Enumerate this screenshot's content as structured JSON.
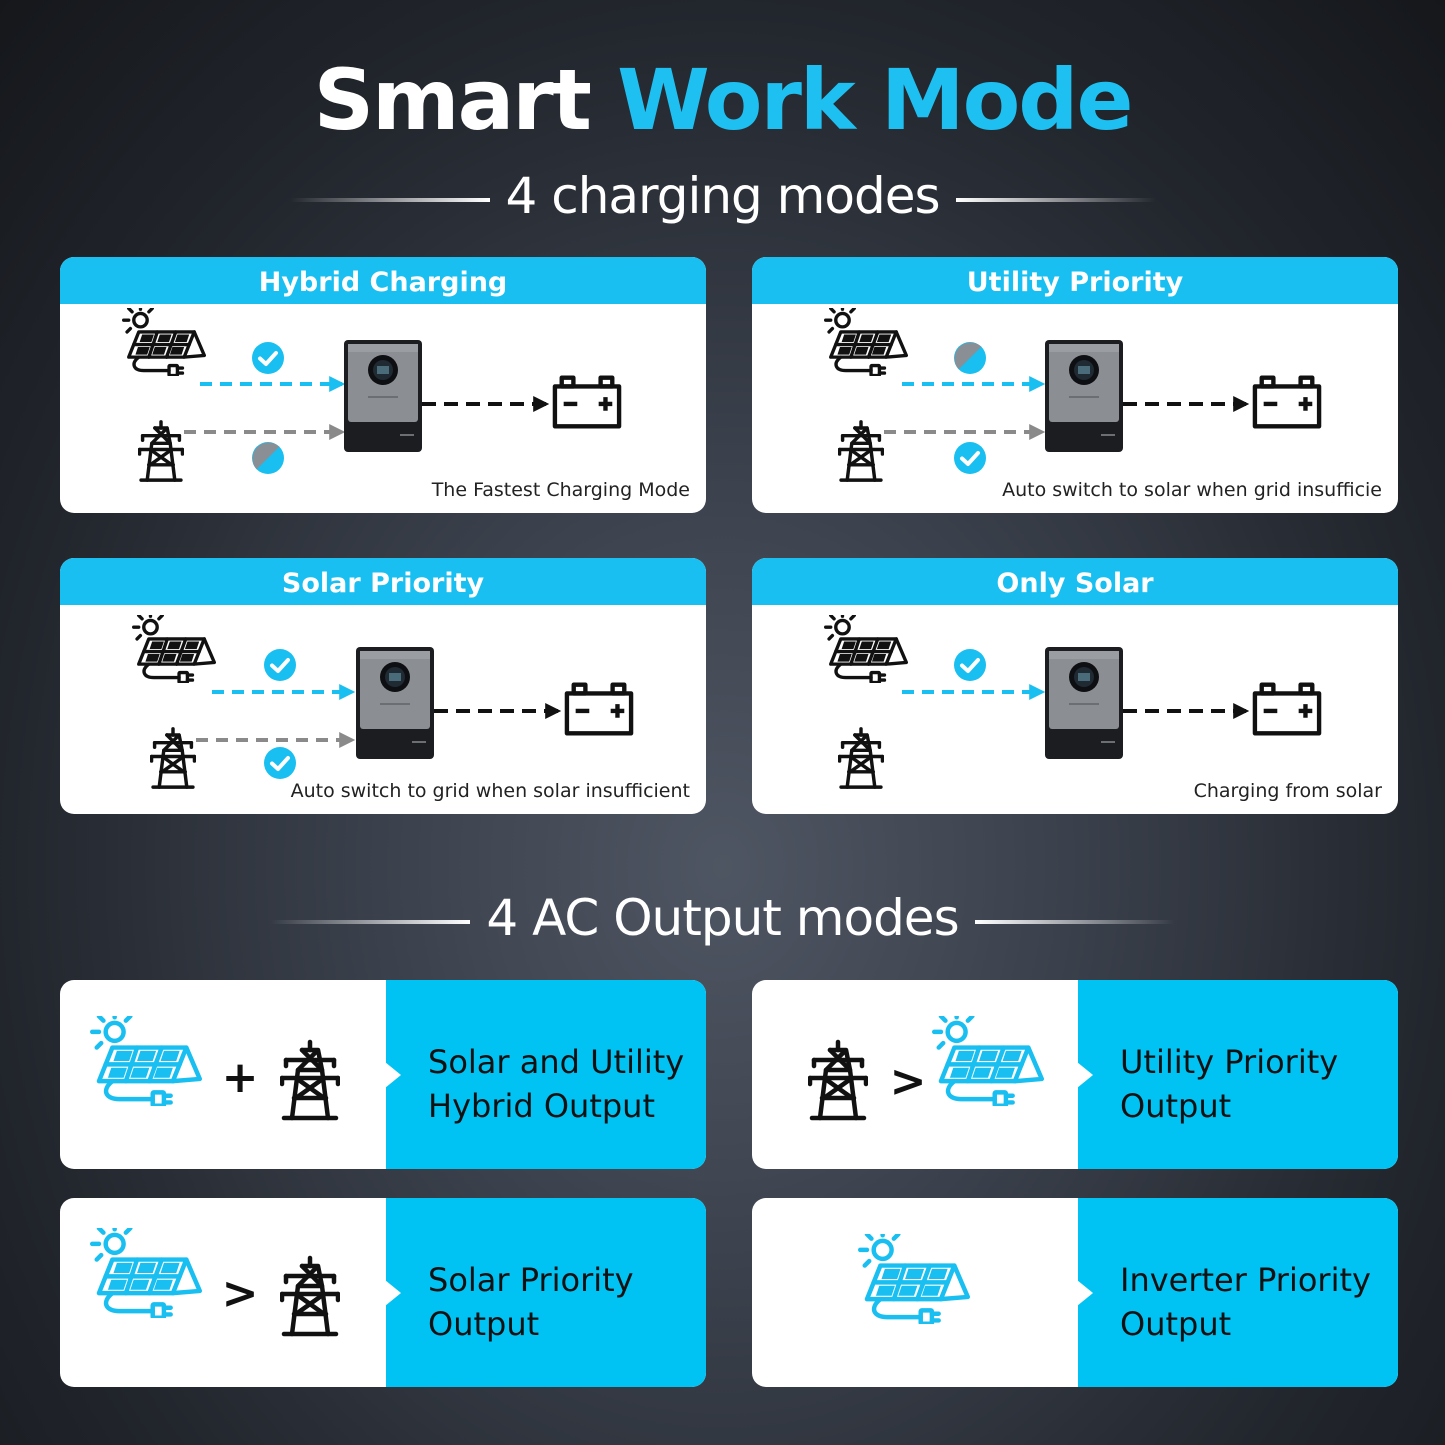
{
  "title": {
    "part1": "Smart",
    "part2": "Work Mode"
  },
  "charging": {
    "heading": "4 charging modes",
    "cards": [
      {
        "title": "Hybrid Charging",
        "caption": "The Fastest Charging Mode"
      },
      {
        "title": "Utility Priority",
        "caption": "Auto switch to solar when grid insufficie"
      },
      {
        "title": "Solar Priority",
        "caption": "Auto switch to grid when solar insufficient"
      },
      {
        "title": "Only Solar",
        "caption": "Charging from solar"
      }
    ]
  },
  "output": {
    "heading": "4 AC Output modes",
    "modes": [
      {
        "line1": "Solar and Utility",
        "line2": "Hybrid Output",
        "operator": "+"
      },
      {
        "line1": "Utility Priority",
        "line2": "Output",
        "operator": ">"
      },
      {
        "line1": "Solar Priority",
        "line2": "Output",
        "operator": ">"
      },
      {
        "line1": "Inverter Priority",
        "line2": "Output",
        "operator": ""
      }
    ]
  },
  "colors": {
    "accent": "#1ec0f2",
    "card_header": "#19bff0",
    "output_panel": "#00c3f4",
    "arrow_grid": "#8a8a8a"
  },
  "icons": [
    "solar-panel-icon",
    "power-tower-icon",
    "inverter-icon",
    "battery-icon",
    "check-icon",
    "half-status-icon",
    "sun-icon"
  ]
}
